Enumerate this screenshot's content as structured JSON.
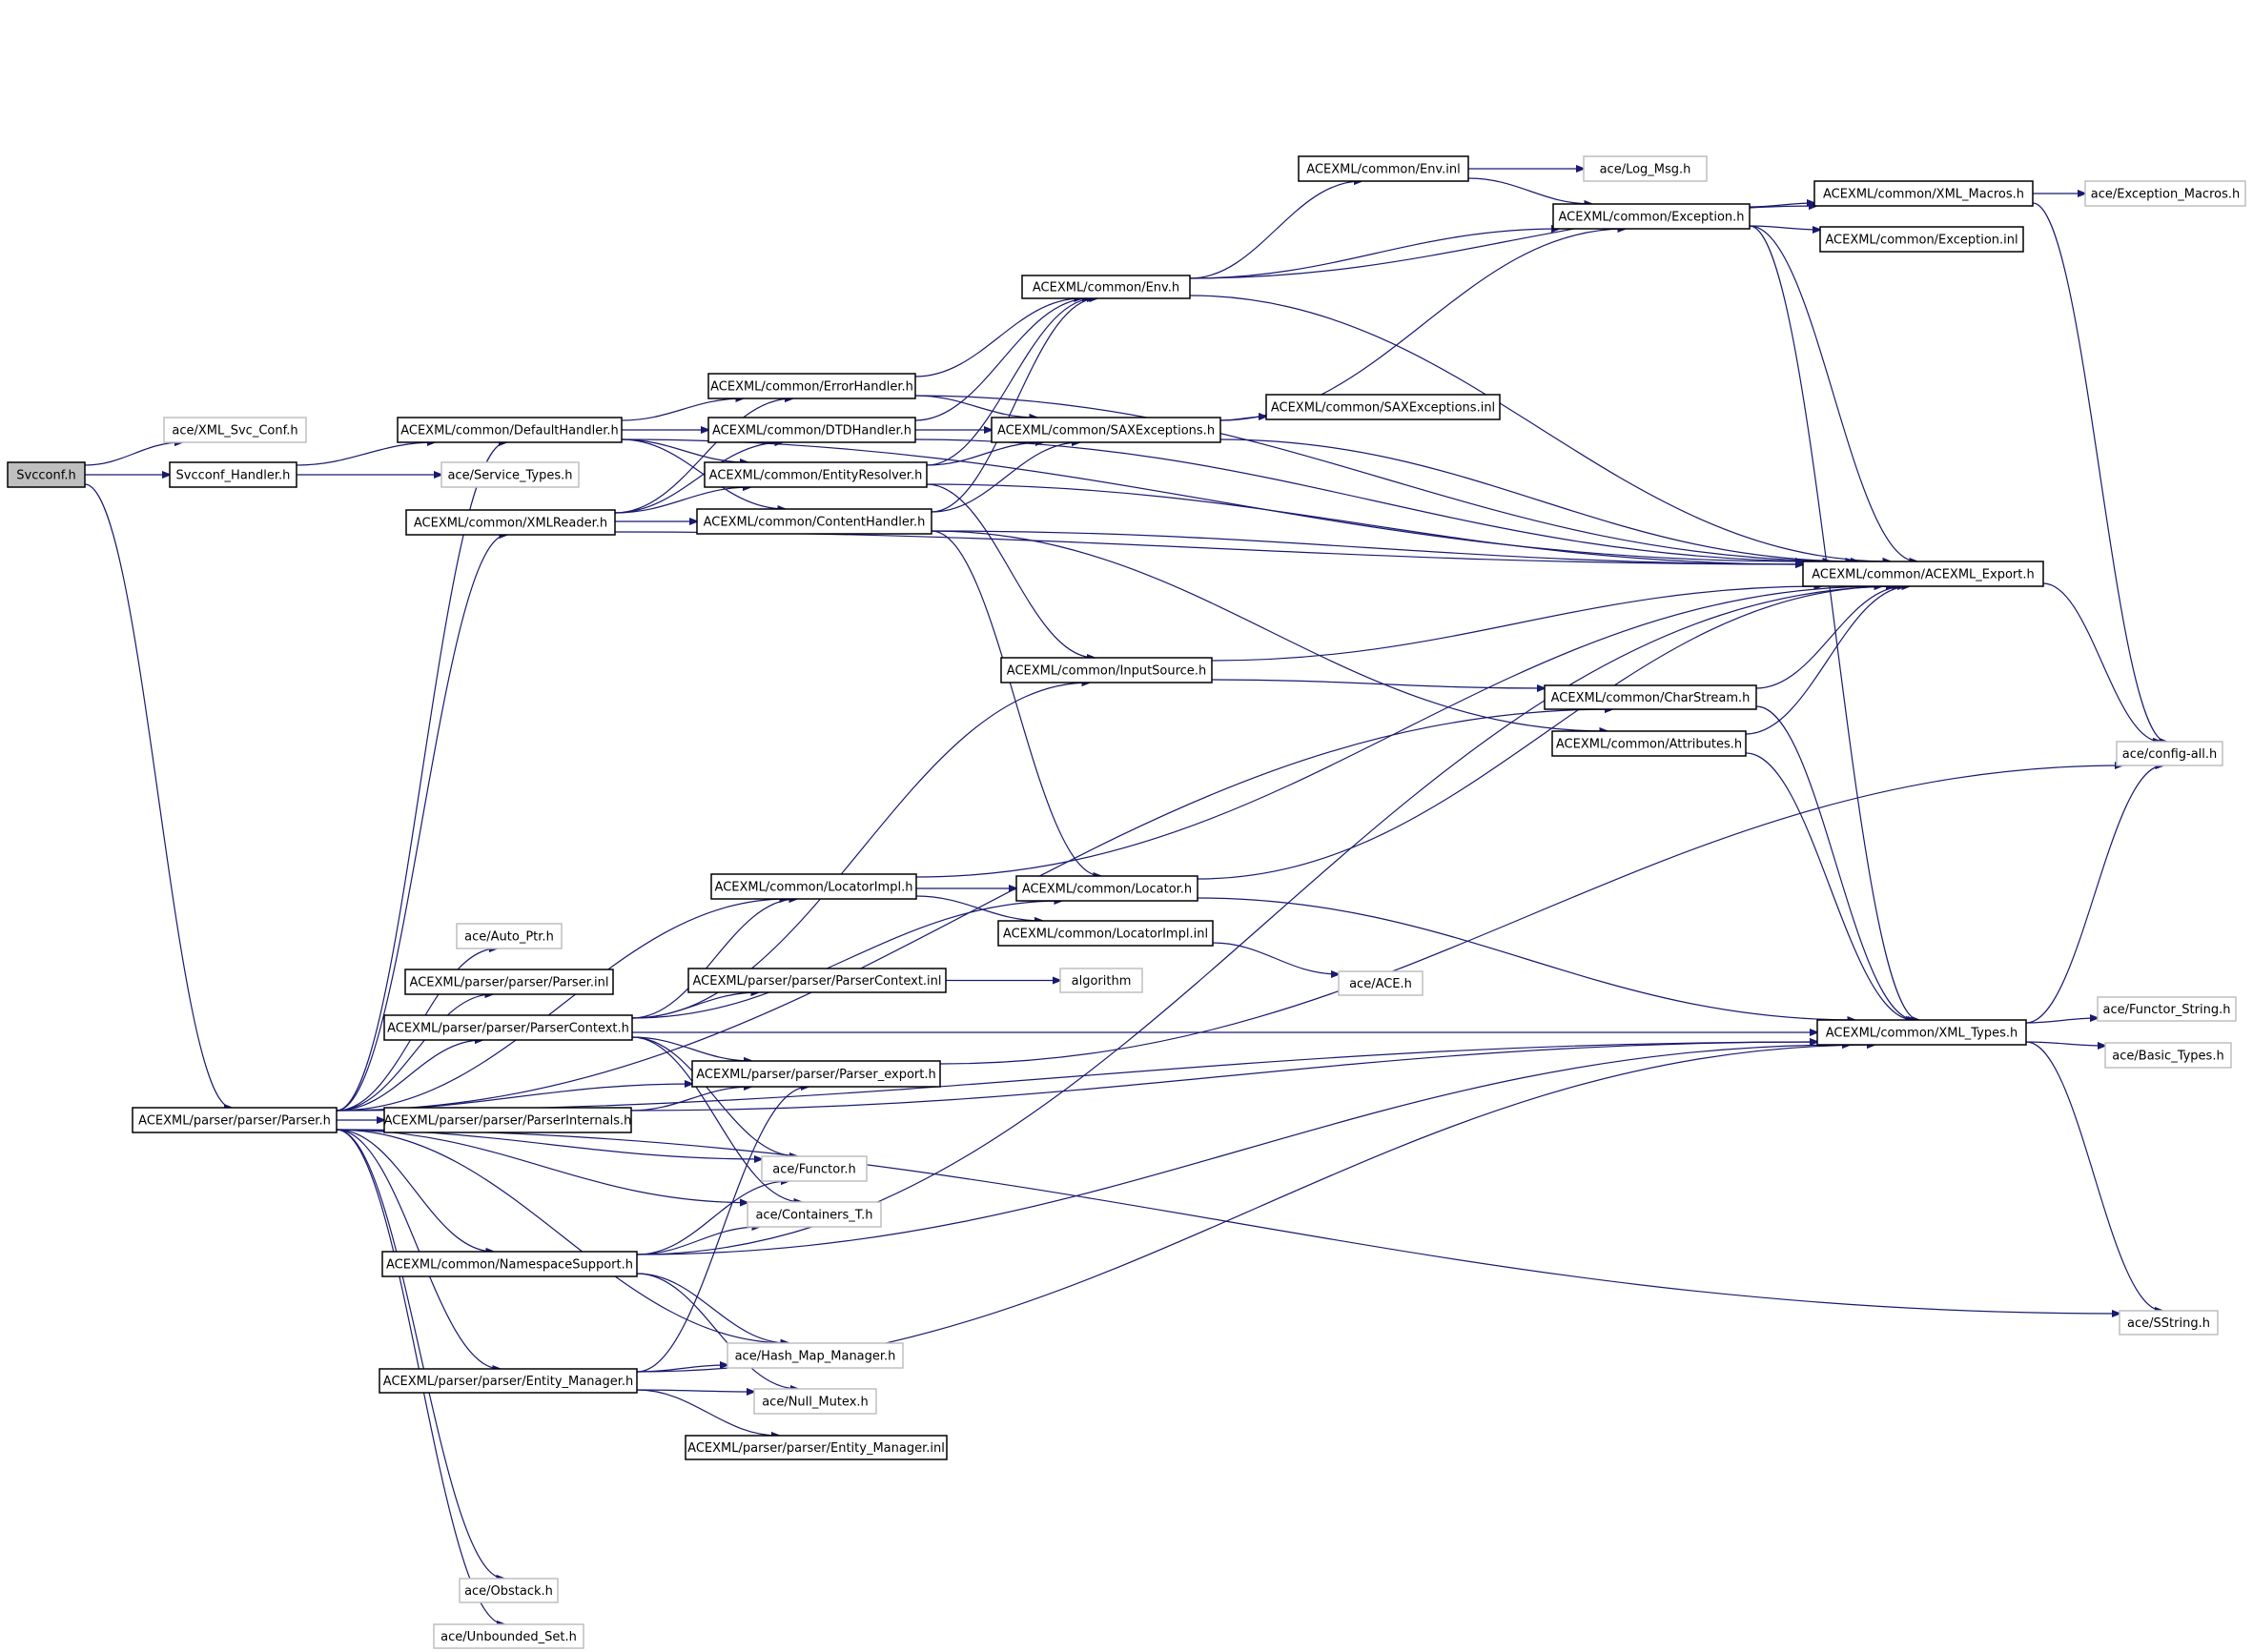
{
  "diagram": {
    "type": "include-dependency-graph",
    "root": "Svcconf.h",
    "colors": {
      "edge": "#191970",
      "root_fill": "#bfbfbf",
      "documented_border": "#000000",
      "external_border": "#bfbfbf"
    },
    "nodes": [
      {
        "id": "svcconf",
        "label": "Svcconf.h",
        "kind": "root"
      },
      {
        "id": "xml_svc_conf",
        "label": "ace/XML_Svc_Conf.h",
        "kind": "external"
      },
      {
        "id": "svcconf_handler",
        "label": "Svcconf_Handler.h",
        "kind": "doc"
      },
      {
        "id": "service_types",
        "label": "ace/Service_Types.h",
        "kind": "external"
      },
      {
        "id": "default_handler",
        "label": "ACEXML/common/DefaultHandler.h",
        "kind": "doc"
      },
      {
        "id": "xml_reader",
        "label": "ACEXML/common/XMLReader.h",
        "kind": "doc"
      },
      {
        "id": "error_handler",
        "label": "ACEXML/common/ErrorHandler.h",
        "kind": "doc"
      },
      {
        "id": "dtd_handler",
        "label": "ACEXML/common/DTDHandler.h",
        "kind": "doc"
      },
      {
        "id": "entity_resolver",
        "label": "ACEXML/common/EntityResolver.h",
        "kind": "doc"
      },
      {
        "id": "content_handler",
        "label": "ACEXML/common/ContentHandler.h",
        "kind": "doc"
      },
      {
        "id": "sax_exceptions",
        "label": "ACEXML/common/SAXExceptions.h",
        "kind": "doc"
      },
      {
        "id": "sax_exceptions_inl",
        "label": "ACEXML/common/SAXExceptions.inl",
        "kind": "doc"
      },
      {
        "id": "env_h",
        "label": "ACEXML/common/Env.h",
        "kind": "doc"
      },
      {
        "id": "env_inl",
        "label": "ACEXML/common/Env.inl",
        "kind": "doc"
      },
      {
        "id": "log_msg",
        "label": "ace/Log_Msg.h",
        "kind": "external"
      },
      {
        "id": "exception_h",
        "label": "ACEXML/common/Exception.h",
        "kind": "doc"
      },
      {
        "id": "xml_macros",
        "label": "ACEXML/common/XML_Macros.h",
        "kind": "doc"
      },
      {
        "id": "exception_macros",
        "label": "ace/Exception_Macros.h",
        "kind": "external"
      },
      {
        "id": "exception_inl",
        "label": "ACEXML/common/Exception.inl",
        "kind": "doc"
      },
      {
        "id": "acexml_export",
        "label": "ACEXML/common/ACEXML_Export.h",
        "kind": "doc"
      },
      {
        "id": "input_source",
        "label": "ACEXML/common/InputSource.h",
        "kind": "doc"
      },
      {
        "id": "char_stream",
        "label": "ACEXML/common/CharStream.h",
        "kind": "doc"
      },
      {
        "id": "attributes",
        "label": "ACEXML/common/Attributes.h",
        "kind": "doc"
      },
      {
        "id": "config_all",
        "label": "ace/config-all.h",
        "kind": "external"
      },
      {
        "id": "locator_impl",
        "label": "ACEXML/common/LocatorImpl.h",
        "kind": "doc"
      },
      {
        "id": "locator",
        "label": "ACEXML/common/Locator.h",
        "kind": "doc"
      },
      {
        "id": "locator_impl_inl",
        "label": "ACEXML/common/LocatorImpl.inl",
        "kind": "doc"
      },
      {
        "id": "auto_ptr",
        "label": "ace/Auto_Ptr.h",
        "kind": "external"
      },
      {
        "id": "parser_inl",
        "label": "ACEXML/parser/parser/Parser.inl",
        "kind": "doc"
      },
      {
        "id": "parser_context_inl",
        "label": "ACEXML/parser/parser/ParserContext.inl",
        "kind": "doc"
      },
      {
        "id": "algorithm",
        "label": "algorithm",
        "kind": "external"
      },
      {
        "id": "ace_h",
        "label": "ace/ACE.h",
        "kind": "external"
      },
      {
        "id": "parser_context",
        "label": "ACEXML/parser/parser/ParserContext.h",
        "kind": "doc"
      },
      {
        "id": "xml_types",
        "label": "ACEXML/common/XML_Types.h",
        "kind": "doc"
      },
      {
        "id": "functor_string",
        "label": "ace/Functor_String.h",
        "kind": "external"
      },
      {
        "id": "basic_types",
        "label": "ace/Basic_Types.h",
        "kind": "external"
      },
      {
        "id": "parser_export",
        "label": "ACEXML/parser/parser/Parser_export.h",
        "kind": "doc"
      },
      {
        "id": "parser_h",
        "label": "ACEXML/parser/parser/Parser.h",
        "kind": "doc"
      },
      {
        "id": "parser_internals",
        "label": "ACEXML/parser/parser/ParserInternals.h",
        "kind": "doc"
      },
      {
        "id": "functor",
        "label": "ace/Functor.h",
        "kind": "external"
      },
      {
        "id": "containers_t",
        "label": "ace/Containers_T.h",
        "kind": "external"
      },
      {
        "id": "namespace_support",
        "label": "ACEXML/common/NamespaceSupport.h",
        "kind": "doc"
      },
      {
        "id": "hash_map_manager",
        "label": "ace/Hash_Map_Manager.h",
        "kind": "external"
      },
      {
        "id": "entity_manager",
        "label": "ACEXML/parser/parser/Entity_Manager.h",
        "kind": "doc"
      },
      {
        "id": "null_mutex",
        "label": "ace/Null_Mutex.h",
        "kind": "external"
      },
      {
        "id": "entity_manager_inl",
        "label": "ACEXML/parser/parser/Entity_Manager.inl",
        "kind": "doc"
      },
      {
        "id": "sstring",
        "label": "ace/SString.h",
        "kind": "external"
      },
      {
        "id": "obstack",
        "label": "ace/Obstack.h",
        "kind": "external"
      },
      {
        "id": "unbounded_set",
        "label": "ace/Unbounded_Set.h",
        "kind": "external"
      }
    ],
    "edges": [
      [
        "svcconf",
        "xml_svc_conf"
      ],
      [
        "svcconf",
        "svcconf_handler"
      ],
      [
        "svcconf",
        "parser_h"
      ],
      [
        "svcconf_handler",
        "default_handler"
      ],
      [
        "svcconf_handler",
        "service_types"
      ],
      [
        "default_handler",
        "error_handler"
      ],
      [
        "default_handler",
        "dtd_handler"
      ],
      [
        "default_handler",
        "entity_resolver"
      ],
      [
        "default_handler",
        "content_handler"
      ],
      [
        "default_handler",
        "acexml_export"
      ],
      [
        "xml_reader",
        "error_handler"
      ],
      [
        "xml_reader",
        "dtd_handler"
      ],
      [
        "xml_reader",
        "entity_resolver"
      ],
      [
        "xml_reader",
        "content_handler"
      ],
      [
        "xml_reader",
        "acexml_export"
      ],
      [
        "error_handler",
        "sax_exceptions"
      ],
      [
        "error_handler",
        "env_h"
      ],
      [
        "error_handler",
        "acexml_export"
      ],
      [
        "dtd_handler",
        "sax_exceptions"
      ],
      [
        "dtd_handler",
        "env_h"
      ],
      [
        "dtd_handler",
        "acexml_export"
      ],
      [
        "entity_resolver",
        "sax_exceptions"
      ],
      [
        "entity_resolver",
        "env_h"
      ],
      [
        "entity_resolver",
        "input_source"
      ],
      [
        "entity_resolver",
        "acexml_export"
      ],
      [
        "content_handler",
        "sax_exceptions"
      ],
      [
        "content_handler",
        "env_h"
      ],
      [
        "content_handler",
        "attributes"
      ],
      [
        "content_handler",
        "locator"
      ],
      [
        "content_handler",
        "acexml_export"
      ],
      [
        "sax_exceptions",
        "sax_exceptions_inl"
      ],
      [
        "sax_exceptions",
        "exception_h"
      ],
      [
        "sax_exceptions",
        "acexml_export"
      ],
      [
        "env_h",
        "env_inl"
      ],
      [
        "env_h",
        "exception_h"
      ],
      [
        "env_h",
        "xml_macros"
      ],
      [
        "env_h",
        "acexml_export"
      ],
      [
        "env_inl",
        "log_msg"
      ],
      [
        "env_inl",
        "exception_h"
      ],
      [
        "exception_h",
        "xml_macros"
      ],
      [
        "exception_h",
        "exception_inl"
      ],
      [
        "exception_h",
        "acexml_export"
      ],
      [
        "exception_h",
        "xml_types"
      ],
      [
        "xml_macros",
        "exception_macros"
      ],
      [
        "xml_macros",
        "config_all"
      ],
      [
        "acexml_export",
        "config_all"
      ],
      [
        "input_source",
        "char_stream"
      ],
      [
        "input_source",
        "acexml_export"
      ],
      [
        "char_stream",
        "acexml_export"
      ],
      [
        "char_stream",
        "xml_types"
      ],
      [
        "attributes",
        "acexml_export"
      ],
      [
        "attributes",
        "xml_types"
      ],
      [
        "locator_impl",
        "locator"
      ],
      [
        "locator_impl",
        "locator_impl_inl"
      ],
      [
        "locator_impl",
        "acexml_export"
      ],
      [
        "locator",
        "acexml_export"
      ],
      [
        "locator",
        "xml_types"
      ],
      [
        "locator_impl_inl",
        "ace_h"
      ],
      [
        "parser_context_inl",
        "algorithm"
      ],
      [
        "parser_context",
        "input_source"
      ],
      [
        "parser_context",
        "locator_impl"
      ],
      [
        "parser_context",
        "locator"
      ],
      [
        "parser_context",
        "parser_context_inl"
      ],
      [
        "parser_context",
        "xml_types"
      ],
      [
        "parser_context",
        "parser_export"
      ],
      [
        "parser_context",
        "functor"
      ],
      [
        "parser_context",
        "containers_t"
      ],
      [
        "xml_types",
        "functor_string"
      ],
      [
        "xml_types",
        "basic_types"
      ],
      [
        "xml_types",
        "sstring"
      ],
      [
        "xml_types",
        "config_all"
      ],
      [
        "parser_export",
        "config_all"
      ],
      [
        "parser_h",
        "xml_reader"
      ],
      [
        "parser_h",
        "locator_impl"
      ],
      [
        "parser_h",
        "auto_ptr"
      ],
      [
        "parser_h",
        "parser_inl"
      ],
      [
        "parser_h",
        "parser_context"
      ],
      [
        "parser_h",
        "parser_export"
      ],
      [
        "parser_h",
        "parser_internals"
      ],
      [
        "parser_h",
        "functor"
      ],
      [
        "parser_h",
        "containers_t"
      ],
      [
        "parser_h",
        "namespace_support"
      ],
      [
        "parser_h",
        "hash_map_manager"
      ],
      [
        "parser_h",
        "entity_manager"
      ],
      [
        "parser_h",
        "obstack"
      ],
      [
        "parser_h",
        "unbounded_set"
      ],
      [
        "parser_h",
        "char_stream"
      ],
      [
        "parser_h",
        "xml_types"
      ],
      [
        "parser_h",
        "sstring"
      ],
      [
        "parser_h",
        "default_handler"
      ],
      [
        "parser_internals",
        "parser_export"
      ],
      [
        "parser_internals",
        "xml_types"
      ],
      [
        "namespace_support",
        "functor"
      ],
      [
        "namespace_support",
        "containers_t"
      ],
      [
        "namespace_support",
        "hash_map_manager"
      ],
      [
        "namespace_support",
        "null_mutex"
      ],
      [
        "namespace_support",
        "acexml_export"
      ],
      [
        "namespace_support",
        "xml_types"
      ],
      [
        "entity_manager",
        "parser_export"
      ],
      [
        "entity_manager",
        "hash_map_manager"
      ],
      [
        "entity_manager",
        "null_mutex"
      ],
      [
        "entity_manager",
        "entity_manager_inl"
      ],
      [
        "entity_manager",
        "xml_types"
      ]
    ]
  }
}
